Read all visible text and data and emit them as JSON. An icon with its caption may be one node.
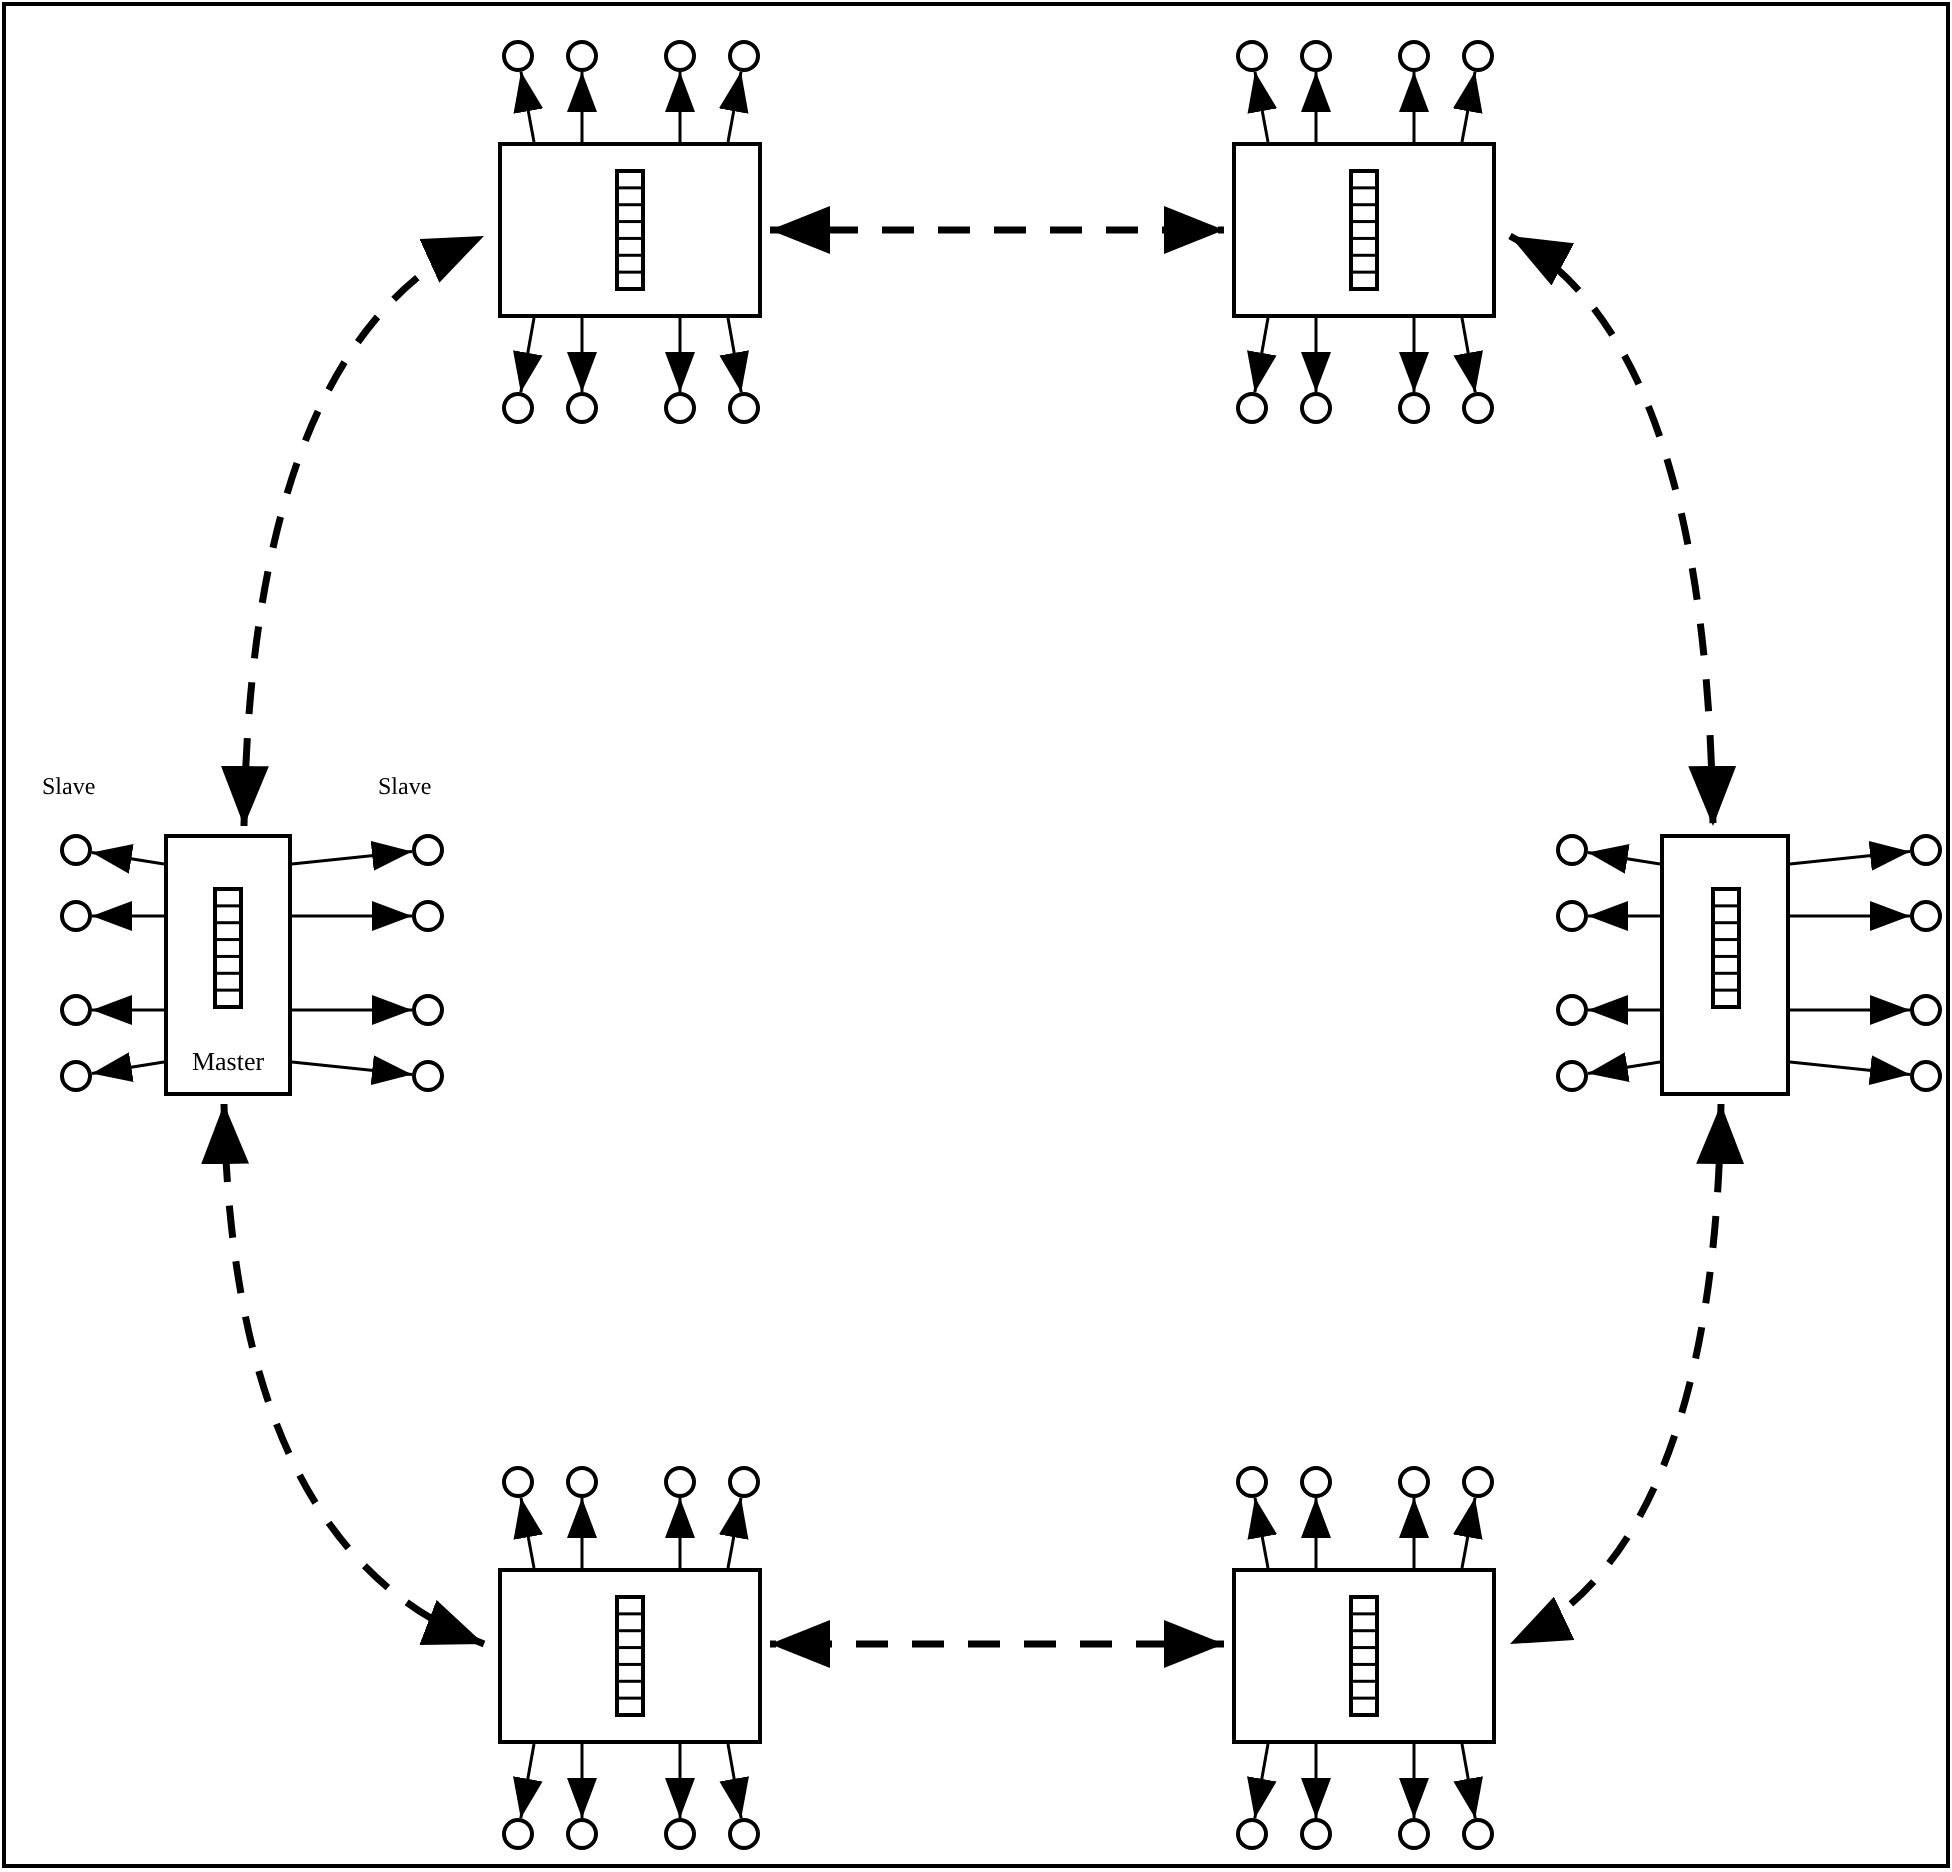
{
  "diagram": {
    "nodes": [
      {
        "text": [],
        "shape": "box"
      },
      {
        "text": [],
        "shape": "circle"
      },
      {
        "text": [],
        "shape": "circle"
      },
      {
        "text": [],
        "shape": "circle"
      },
      {
        "text": [],
        "shape": "circle"
      },
      {
        "text": [],
        "shape": "circle"
      },
      {
        "text": [],
        "shape": "circle"
      },
      {
        "text": [],
        "shape": "circle"
      },
      {
        "text": [],
        "shape": "circle"
      },
      {
        "text": [],
        "shape": "box"
      },
      {
        "text": [],
        "shape": "circle"
      },
      {
        "text": [],
        "shape": "circle"
      },
      {
        "text": [],
        "shape": "circle"
      },
      {
        "text": [],
        "shape": "circle"
      },
      {
        "text": [],
        "shape": "circle"
      },
      {
        "text": [],
        "shape": "circle"
      },
      {
        "text": [],
        "shape": "circle"
      },
      {
        "text": [],
        "shape": "circle"
      },
      {
        "text": [
          "Master"
        ]
      },
      {
        "text": [],
        "shape": "circle"
      },
      {
        "text": [],
        "shape": "circle"
      },
      {
        "text": [],
        "shape": "circle"
      },
      {
        "text": [],
        "shape": "circle"
      },
      {
        "text": [],
        "shape": "circle"
      },
      {
        "text": [],
        "shape": "circle"
      },
      {
        "text": [],
        "shape": "circle"
      },
      {
        "text": [],
        "shape": "circle"
      },
      {
        "text": [],
        "shape": "box"
      },
      {
        "text": [],
        "shape": "circle"
      },
      {
        "text": [],
        "shape": "circle"
      },
      {
        "text": [],
        "shape": "circle"
      },
      {
        "text": [],
        "shape": "circle"
      },
      {
        "text": [],
        "shape": "circle"
      },
      {
        "text": [],
        "shape": "circle"
      },
      {
        "text": [],
        "shape": "circle"
      },
      {
        "text": [],
        "shape": "circle"
      },
      {
        "text": [],
        "shape": "box"
      },
      {
        "text": [],
        "shape": "circle"
      },
      {
        "text": [],
        "shape": "circle"
      },
      {
        "text": [],
        "shape": "circle"
      },
      {
        "text": [],
        "shape": "circle"
      },
      {
        "text": [],
        "shape": "circle"
      },
      {
        "text": [],
        "shape": "circle"
      },
      {
        "text": [],
        "shape": "circle"
      },
      {
        "text": [],
        "shape": "circle"
      },
      {
        "text": [],
        "shape": "box"
      },
      {
        "text": [],
        "shape": "circle"
      },
      {
        "text": [],
        "shape": "circle"
      },
      {
        "text": [],
        "shape": "circle"
      },
      {
        "text": [],
        "shape": "circle"
      },
      {
        "text": [],
        "shape": "circle"
      },
      {
        "text": [],
        "shape": "circle"
      },
      {
        "text": [],
        "shape": "circle"
      },
      {
        "text": [],
        "shape": "circle"
      }
    ],
    "edges": [
      {
        "from": 0,
        "to": 9,
        "arrow": "both",
        "style": "dashed"
      },
      {
        "from": 9,
        "to": 27,
        "arrow": "both",
        "style": "dashed"
      },
      {
        "from": 27,
        "to": 45,
        "arrow": "both",
        "style": "dashed"
      },
      {
        "from": 45,
        "to": 36,
        "arrow": "both",
        "style": "dashed"
      },
      {
        "from": 36,
        "to": 18,
        "arrow": "both",
        "style": "dashed"
      },
      {
        "from": 18,
        "to": 0,
        "arrow": "both",
        "style": "dashed"
      },
      {
        "from": 0,
        "to": 1,
        "arrow": "to"
      },
      {
        "from": 0,
        "to": 2,
        "arrow": "to"
      },
      {
        "from": 0,
        "to": 3,
        "arrow": "to"
      },
      {
        "from": 0,
        "to": 4,
        "arrow": "to"
      },
      {
        "from": 0,
        "to": 5,
        "arrow": "to"
      },
      {
        "from": 0,
        "to": 6,
        "arrow": "to"
      },
      {
        "from": 0,
        "to": 7,
        "arrow": "to"
      },
      {
        "from": 0,
        "to": 8,
        "arrow": "to"
      },
      {
        "from": 9,
        "to": 10,
        "arrow": "to"
      },
      {
        "from": 9,
        "to": 11,
        "arrow": "to"
      },
      {
        "from": 9,
        "to": 12,
        "arrow": "to"
      },
      {
        "from": 9,
        "to": 13,
        "arrow": "to"
      },
      {
        "from": 9,
        "to": 14,
        "arrow": "to"
      },
      {
        "from": 9,
        "to": 15,
        "arrow": "to"
      },
      {
        "from": 9,
        "to": 16,
        "arrow": "to"
      },
      {
        "from": 9,
        "to": 17,
        "arrow": "to"
      },
      {
        "from": 18,
        "to": 19,
        "arrow": "to"
      },
      {
        "from": 18,
        "to": 20,
        "arrow": "to"
      },
      {
        "from": 18,
        "to": 21,
        "arrow": "to"
      },
      {
        "from": 18,
        "to": 22,
        "arrow": "to"
      },
      {
        "from": 18,
        "to": 23,
        "arrow": "to"
      },
      {
        "from": 18,
        "to": 24,
        "arrow": "to"
      },
      {
        "from": 18,
        "to": 25,
        "arrow": "to"
      },
      {
        "from": 18,
        "to": 26,
        "arrow": "to"
      },
      {
        "from": 27,
        "to": 28,
        "arrow": "to"
      },
      {
        "from": 27,
        "to": 29,
        "arrow": "to"
      },
      {
        "from": 27,
        "to": 30,
        "arrow": "to"
      },
      {
        "from": 27,
        "to": 31,
        "arrow": "to"
      },
      {
        "from": 27,
        "to": 32,
        "arrow": "to"
      },
      {
        "from": 27,
        "to": 33,
        "arrow": "to"
      },
      {
        "from": 27,
        "to": 34,
        "arrow": "to"
      },
      {
        "from": 27,
        "to": 35,
        "arrow": "to"
      },
      {
        "from": 36,
        "to": 37,
        "arrow": "to"
      },
      {
        "from": 36,
        "to": 38,
        "arrow": "to"
      },
      {
        "from": 36,
        "to": 39,
        "arrow": "to"
      },
      {
        "from": 36,
        "to": 40,
        "arrow": "to"
      },
      {
        "from": 36,
        "to": 41,
        "arrow": "to"
      },
      {
        "from": 36,
        "to": 42,
        "arrow": "to"
      },
      {
        "from": 36,
        "to": 43,
        "arrow": "to"
      },
      {
        "from": 36,
        "to": 44,
        "arrow": "to"
      },
      {
        "from": 45,
        "to": 46,
        "arrow": "to"
      },
      {
        "from": 45,
        "to": 47,
        "arrow": "to"
      },
      {
        "from": 45,
        "to": 48,
        "arrow": "to"
      },
      {
        "from": 45,
        "to": 49,
        "arrow": "to"
      },
      {
        "from": 45,
        "to": 50,
        "arrow": "to"
      },
      {
        "from": 45,
        "to": 51,
        "arrow": "to"
      },
      {
        "from": 45,
        "to": 52,
        "arrow": "to"
      },
      {
        "from": 45,
        "to": 53,
        "arrow": "to"
      }
    ],
    "labels": [
      "Slave",
      "Slave"
    ]
  }
}
